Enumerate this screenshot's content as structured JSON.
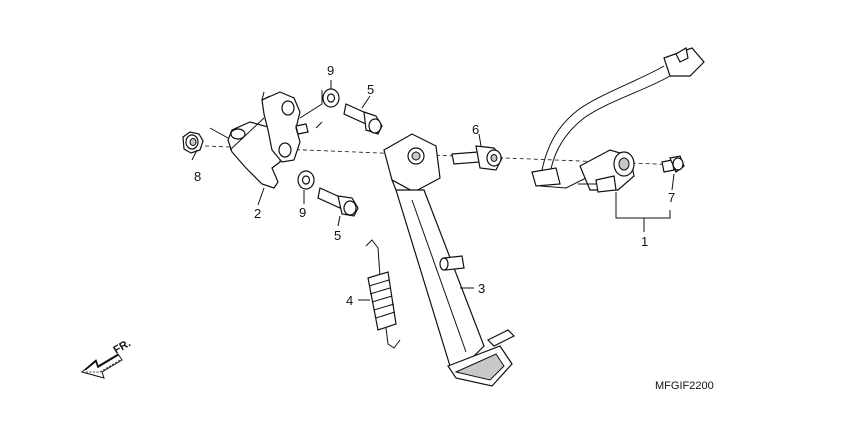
{
  "diagram": {
    "code": "MFGIF2200",
    "direction_label": "FR.",
    "callouts": {
      "c1": "1",
      "c2": "2",
      "c3": "3",
      "c4": "4",
      "c5a": "5",
      "c5b": "5",
      "c6": "6",
      "c7": "7",
      "c8": "8",
      "c9a": "9",
      "c9b": "9"
    }
  }
}
